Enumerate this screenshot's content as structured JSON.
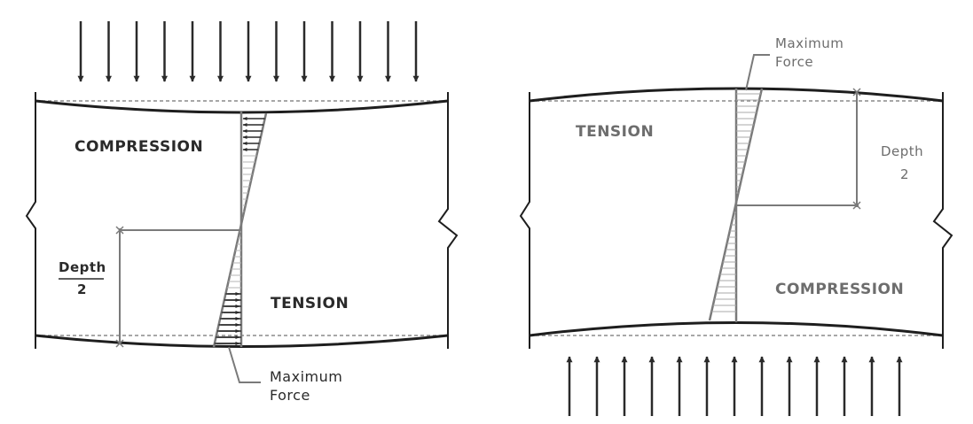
{
  "left_beam": {
    "compression_label": "COMPRESSION",
    "tension_label": "TENSION",
    "depth_label": "Depth",
    "depth_divisor": "2",
    "max_force_line1": "Maximum",
    "max_force_line2": "Force"
  },
  "right_beam": {
    "compression_label": "COMPRESSION",
    "tension_label": "TENSION",
    "depth_label": "Depth",
    "depth_divisor": "2",
    "max_force_line1": "Maximum",
    "max_force_line2": "Force"
  },
  "colors": {
    "dark": "#2a2a2a",
    "grey": "#7a7a7a",
    "light_grey": "#9a9a9a"
  }
}
